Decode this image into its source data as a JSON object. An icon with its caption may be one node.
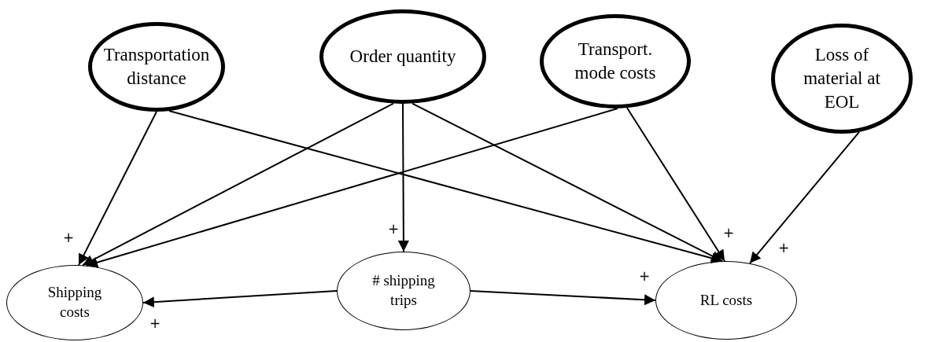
{
  "diagram": {
    "nodes": [
      {
        "text": [
          "Transportation distance"
        ]
      },
      {
        "text": [
          "Order quantity"
        ]
      },
      {
        "text": [
          "Transport. mode costs"
        ]
      },
      {
        "text": [
          "Loss of material at EOL"
        ]
      },
      {
        "text": [
          "Shipping costs"
        ]
      },
      {
        "text": [
          "# shipping trips"
        ]
      },
      {
        "text": [
          "RL costs"
        ]
      }
    ],
    "edges": [
      {
        "from": 0,
        "to": 4,
        "arrow": "to"
      },
      {
        "from": 0,
        "to": 6,
        "arrow": "to"
      },
      {
        "from": 1,
        "to": 4,
        "arrow": "to"
      },
      {
        "from": 1,
        "to": 5,
        "arrow": "to"
      },
      {
        "from": 1,
        "to": 6,
        "arrow": "to"
      },
      {
        "from": 2,
        "to": 4,
        "arrow": "to"
      },
      {
        "from": 2,
        "to": 6,
        "arrow": "to"
      },
      {
        "from": 3,
        "to": 6,
        "arrow": "to"
      },
      {
        "from": 5,
        "to": 4,
        "arrow": "to"
      },
      {
        "from": 5,
        "to": 6,
        "arrow": "to"
      }
    ],
    "labels": [
      "+",
      "+",
      "+",
      "+",
      "+",
      "+"
    ]
  }
}
